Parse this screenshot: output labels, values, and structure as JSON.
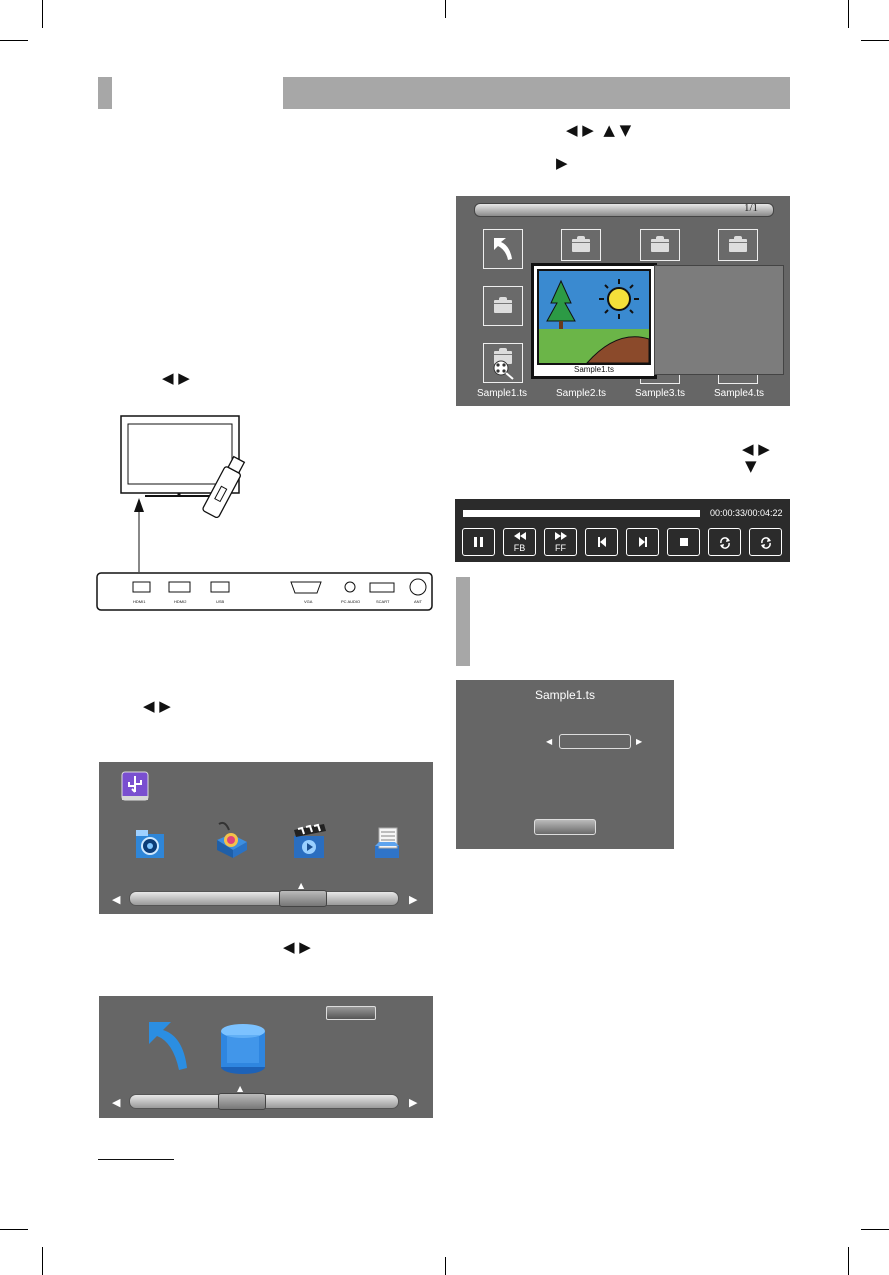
{
  "playlist": {
    "page_indicator": "1/1",
    "preview_caption": "Sample1.ts",
    "files": [
      "Sample1.ts",
      "Sample2.ts",
      "Sample3.ts",
      "Sample4.ts"
    ]
  },
  "player": {
    "time": "00:00:33/00:04:22",
    "progress": 0.87,
    "buttons": [
      {
        "name": "pause-button",
        "label": "",
        "icon": "pause-icon"
      },
      {
        "name": "fb-button",
        "label": "FB",
        "icon": "rewind-icon"
      },
      {
        "name": "ff-button",
        "label": "FF",
        "icon": "fast-forward-icon"
      },
      {
        "name": "prev-button",
        "label": "",
        "icon": "previous-icon"
      },
      {
        "name": "next-button",
        "label": "",
        "icon": "next-icon"
      },
      {
        "name": "stop-button",
        "label": "",
        "icon": "stop-icon"
      },
      {
        "name": "repeat-button",
        "label": "",
        "icon": "repeat-icon"
      },
      {
        "name": "repeat-ab-button",
        "label": "",
        "icon": "repeat-ab-icon"
      }
    ]
  },
  "dialog": {
    "title": "Sample1.ts"
  },
  "tv_panel": {
    "ports": [
      "HDMI1",
      "HDMI2",
      "USB",
      "VGA",
      "PC AUDIO",
      "SCART",
      "ANT"
    ]
  },
  "usb_menu": {
    "slider_position": 0.62
  },
  "file_menu": {
    "slider_position": 0.3
  },
  "colors": {
    "screen_bg": "#666666",
    "header_bar": "#a7a7a7",
    "player_bg": "#2b2b2b"
  }
}
